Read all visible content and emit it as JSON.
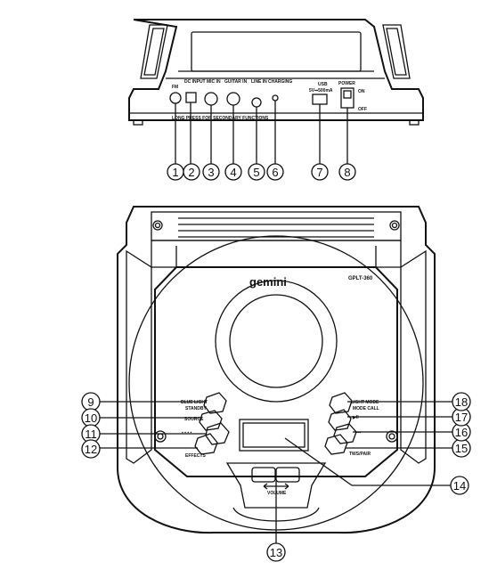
{
  "back_panel": {
    "labels": {
      "fm": "FM",
      "dc_input": "DC INPUT",
      "mic_in": "MIC IN",
      "guitar_in": "GUITAR IN",
      "line_in": "LINE IN",
      "charging": "CHARGING",
      "usb": "USB",
      "usb_rating": "5V⎓500mA",
      "power": "POWER",
      "on": "ON",
      "off": "OFF",
      "long_press": "LONG PRESS FOR SECONDARY FUNCTIONS"
    },
    "callouts": [
      "1",
      "2",
      "3",
      "4",
      "5",
      "6",
      "7",
      "8"
    ]
  },
  "front_panel": {
    "brand": "gemini",
    "model": "GPLT-360",
    "labels": {
      "left_top": "BLUE LIGHT",
      "left_top_sub": "STANDBY",
      "source": "SOURCE",
      "left_3": "▪ ▪ ▪ ▪",
      "left_4": "EFFECTS",
      "right_top": "LIGHT MODE",
      "right_top_sub": "MODE CALL",
      "right_2": "▶II",
      "right_3": "▪▪▪",
      "right_4": "TWS/PAIR",
      "volume": "VOLUME"
    },
    "callouts": [
      "9",
      "10",
      "11",
      "12",
      "13",
      "14",
      "15",
      "16",
      "17",
      "18"
    ]
  }
}
